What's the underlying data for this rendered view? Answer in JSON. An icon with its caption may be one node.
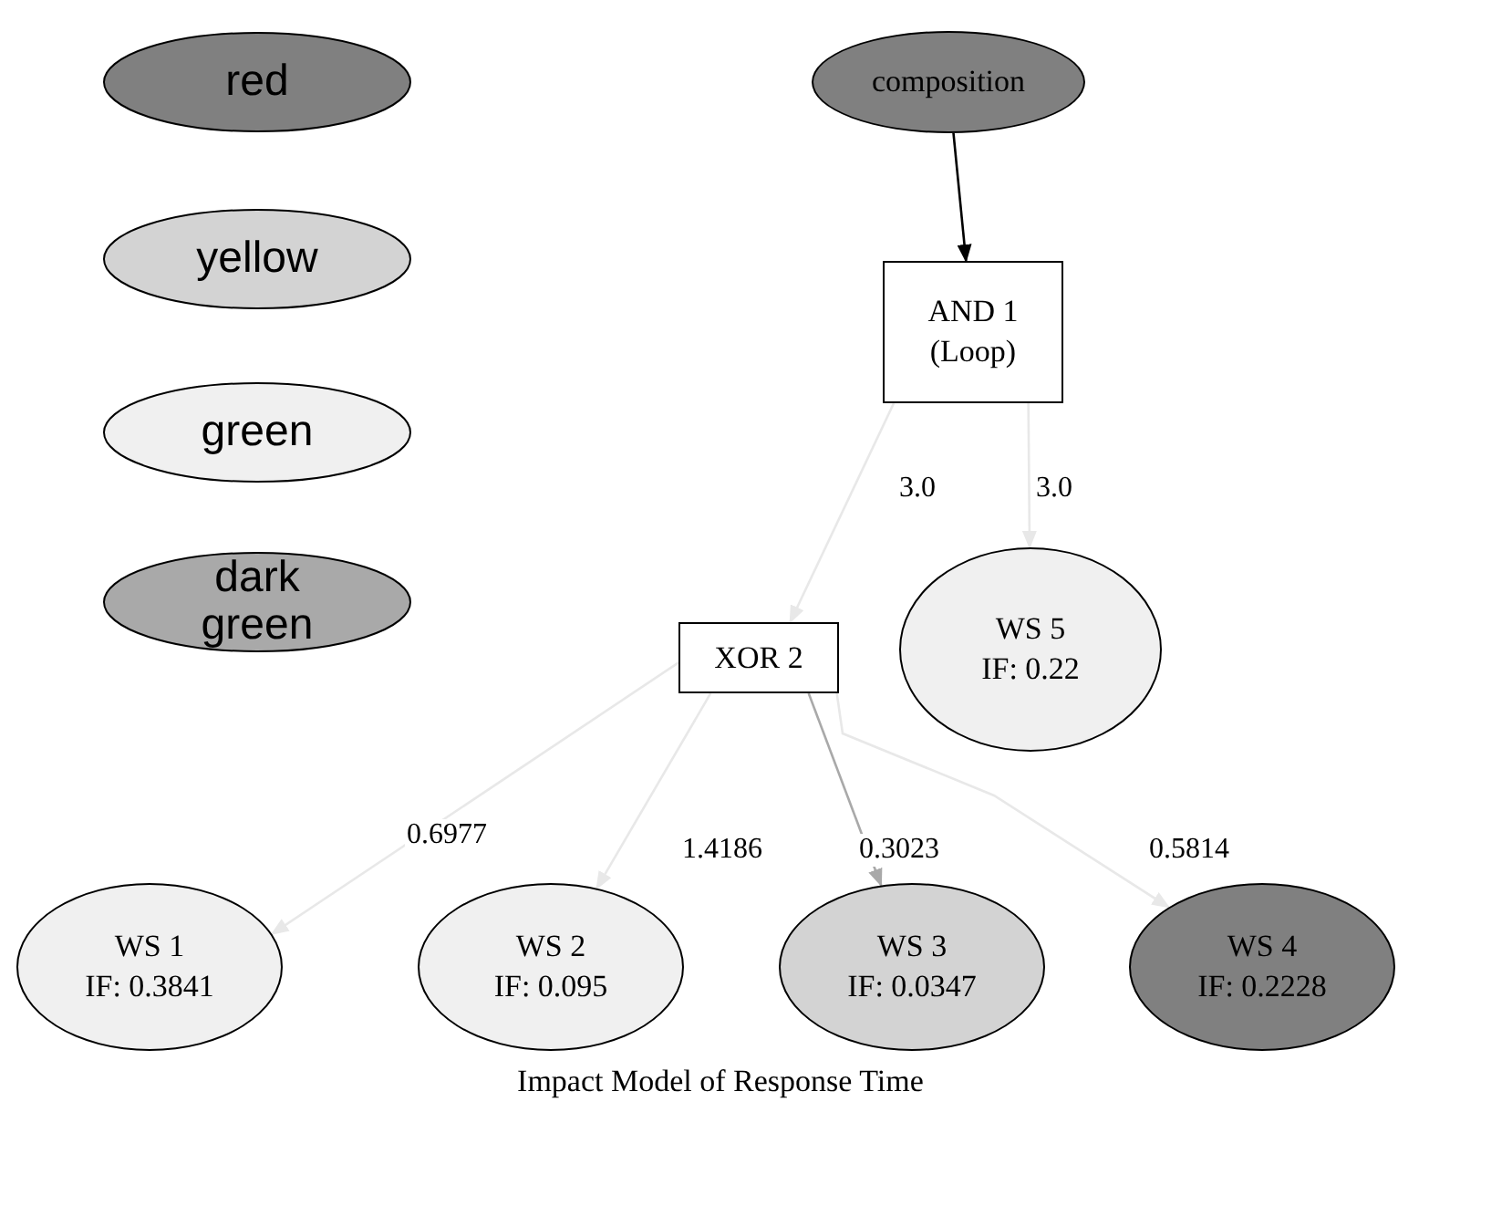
{
  "diagram": {
    "caption": "Impact Model of Response Time",
    "nodes": [
      {
        "text": [
          "composition"
        ]
      },
      {
        "text": [
          "AND 1 (Loop)"
        ]
      },
      {
        "text": [
          "XOR 2"
        ]
      },
      {
        "text": [
          "WS 5",
          "IF: 0.22"
        ]
      },
      {
        "text": [
          "WS 1",
          "IF: 0.3841"
        ]
      },
      {
        "text": [
          "WS 2",
          "IF: 0.095"
        ]
      },
      {
        "text": [
          "WS 3",
          "IF: 0.0347"
        ]
      },
      {
        "text": [
          "WS 4",
          "IF: 0.2228"
        ]
      }
    ],
    "edges": [
      {
        "from": 0,
        "to": 1,
        "arrow": "to",
        "color": "#000000"
      },
      {
        "from": 1,
        "to": 2,
        "arrow": "to",
        "label": "3.0"
      },
      {
        "from": 1,
        "to": 3,
        "arrow": "to",
        "label": "3.0"
      },
      {
        "from": 2,
        "to": 4,
        "arrow": "to",
        "label": "0.6977"
      },
      {
        "from": 2,
        "to": 5,
        "arrow": "to",
        "label": "1.4186"
      },
      {
        "from": 2,
        "to": 6,
        "arrow": "to",
        "label": "0.3023",
        "color": "#a9a9a9"
      },
      {
        "from": 2,
        "to": 7,
        "arrow": "to",
        "label": "0.5814"
      }
    ],
    "legend": [
      {
        "text": "red",
        "color": "#808080"
      },
      {
        "text": "yellow",
        "color": "#d3d3d3"
      },
      {
        "text": "green",
        "color": "#f0f0f0"
      },
      {
        "text": "dark green",
        "color": "#a9a9a9"
      }
    ]
  }
}
